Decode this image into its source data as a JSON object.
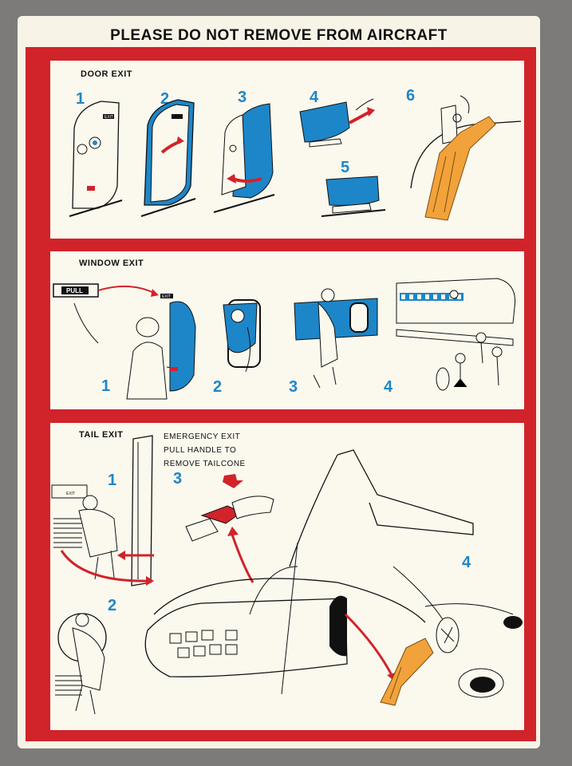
{
  "header": {
    "title": "PLEASE DO NOT REMOVE FROM AIRCRAFT"
  },
  "door_exit": {
    "label": "DOOR EXIT",
    "steps": [
      "1",
      "2",
      "3",
      "4",
      "5",
      "6"
    ],
    "door_sign": "EXIT"
  },
  "window_exit": {
    "label": "WINDOW EXIT",
    "steps": [
      "1",
      "2",
      "3",
      "4"
    ],
    "handle_text": "PULL",
    "window_sign": "EXIT"
  },
  "tail_exit": {
    "label": "TAIL EXIT",
    "steps": [
      "1",
      "2",
      "3",
      "4"
    ],
    "instruction_lines": [
      "EMERGENCY EXIT",
      "PULL HANDLE TO",
      "REMOVE TAILCONE"
    ],
    "door_sign": "EXIT"
  },
  "colors": {
    "frame_red": "#d1232a",
    "step_blue": "#1d86c8",
    "slide_orange": "#f2a23a",
    "panel_cream": "#fbf8ee"
  }
}
